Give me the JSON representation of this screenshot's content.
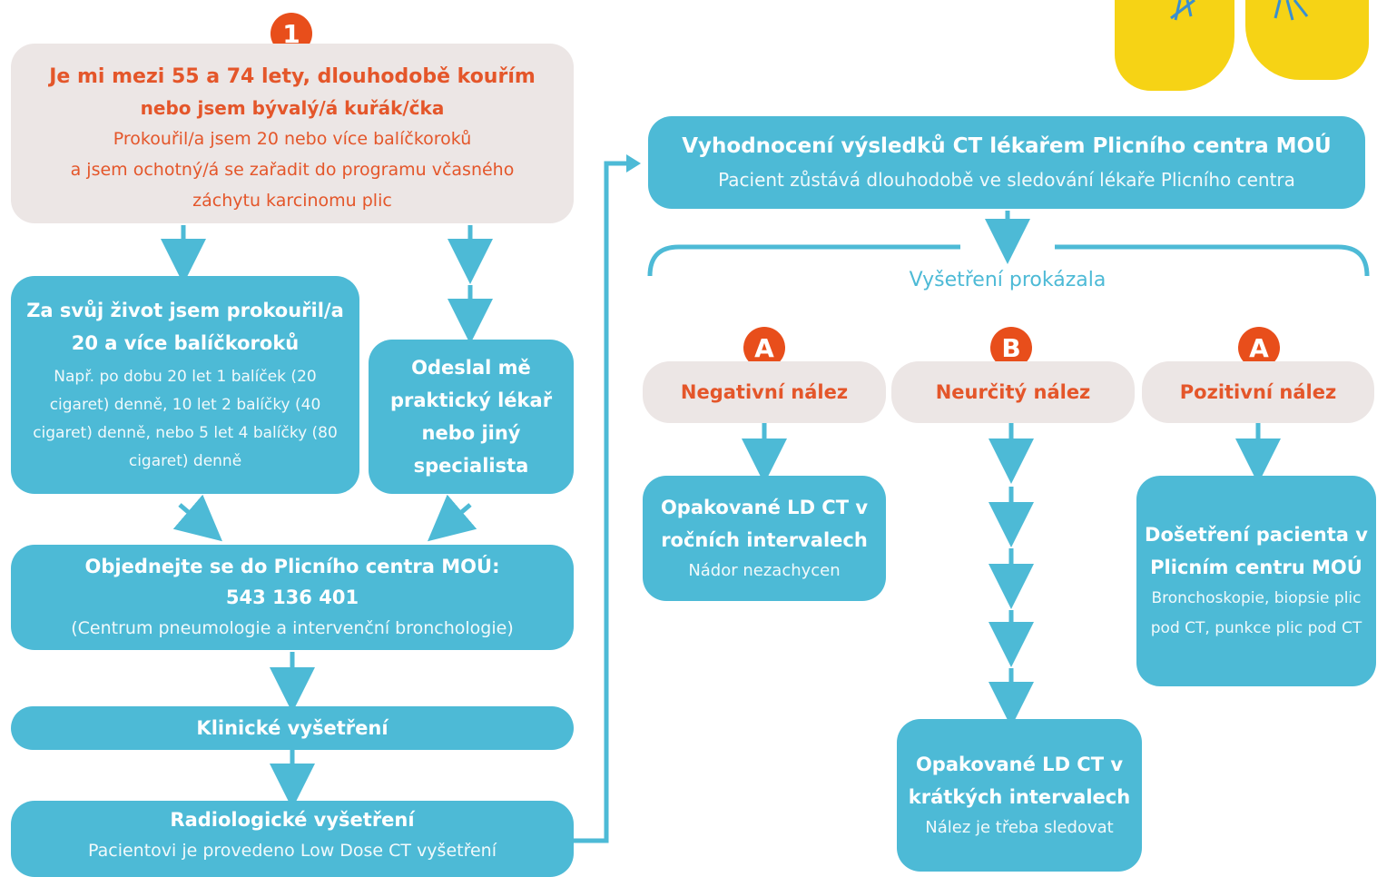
{
  "badges": {
    "step1": "1",
    "negative": "A",
    "uncertain": "B",
    "positive": "A"
  },
  "eligibility": {
    "line1": "Je mi mezi 55 a 74 lety, dlouhodobě kouřím",
    "line2": "nebo jsem bývalý/á kuřák/čka",
    "line3": "Prokouřil/a jsem 20 nebo více balíčkoroků",
    "line4": "a jsem ochotný/á se zařadit do programu včasného",
    "line5": "záchytu karcinomu plic"
  },
  "pack_years": {
    "title": "Za svůj život jsem prokouřil/a 20 a více balíčkoroků",
    "detail": "Např. po dobu 20 let 1 balíček (20 cigaret) denně, 10 let 2 balíčky (40 cigaret) denně, nebo 5 let 4 balíčky (80 cigaret) denně"
  },
  "referral": {
    "title": "Odeslal mě praktický lékař nebo jiný specialista"
  },
  "booking": {
    "title": "Objednejte se do Plicního centra MOÚ:",
    "phone": "543 136 401",
    "detail": "(Centrum pneumologie a intervenční bronchologie)"
  },
  "clinical": {
    "title": "Klinické vyšetření"
  },
  "radiology": {
    "title": "Radiologické vyšetření",
    "detail": "Pacientovi je provedeno Low Dose CT vyšetření"
  },
  "evaluation": {
    "title": "Vyhodnocení výsledků CT lékařem Plicního centra MOÚ",
    "detail": "Pacient zůstává dlouhodobě ve sledování lékaře Plicního centra"
  },
  "findings_caption": "Vyšetření prokázala",
  "findings": {
    "negative": "Negativní nález",
    "uncertain": "Neurčitý nález",
    "positive": "Pozitivní nález"
  },
  "outcomes": {
    "negative": {
      "title": "Opakované LD CT v ročních intervalech",
      "detail": "Nádor nezachycen"
    },
    "uncertain": {
      "title": "Opakované LD CT v krátkých intervalech",
      "detail": "Nález je třeba sledovat"
    },
    "positive": {
      "title": "Došetření pacienta v Plicním centru MOÚ",
      "detail": "Bronchoskopie, biopsie plic pod CT, punkce plic pod CT"
    }
  },
  "colors": {
    "blue": "#4dbad6",
    "orange": "#e4562a",
    "grey": "#ece6e5",
    "yellow": "#f6d315"
  }
}
